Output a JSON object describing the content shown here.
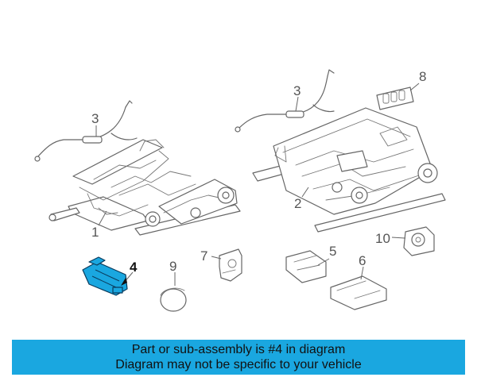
{
  "diagram": {
    "callouts": {
      "c1": "1",
      "c2": "2",
      "c3a": "3",
      "c3b": "3",
      "c4": "4",
      "c5": "5",
      "c6": "6",
      "c7": "7",
      "c8": "8",
      "c9": "9",
      "c10": "10"
    },
    "highlight_color": "#1aa7e0",
    "highlighted_part": "4"
  },
  "banner": {
    "line1": "Part or sub-assembly is #4 in diagram",
    "line2": "Diagram may not be specific to your vehicle",
    "background": "#1aa7e0"
  }
}
